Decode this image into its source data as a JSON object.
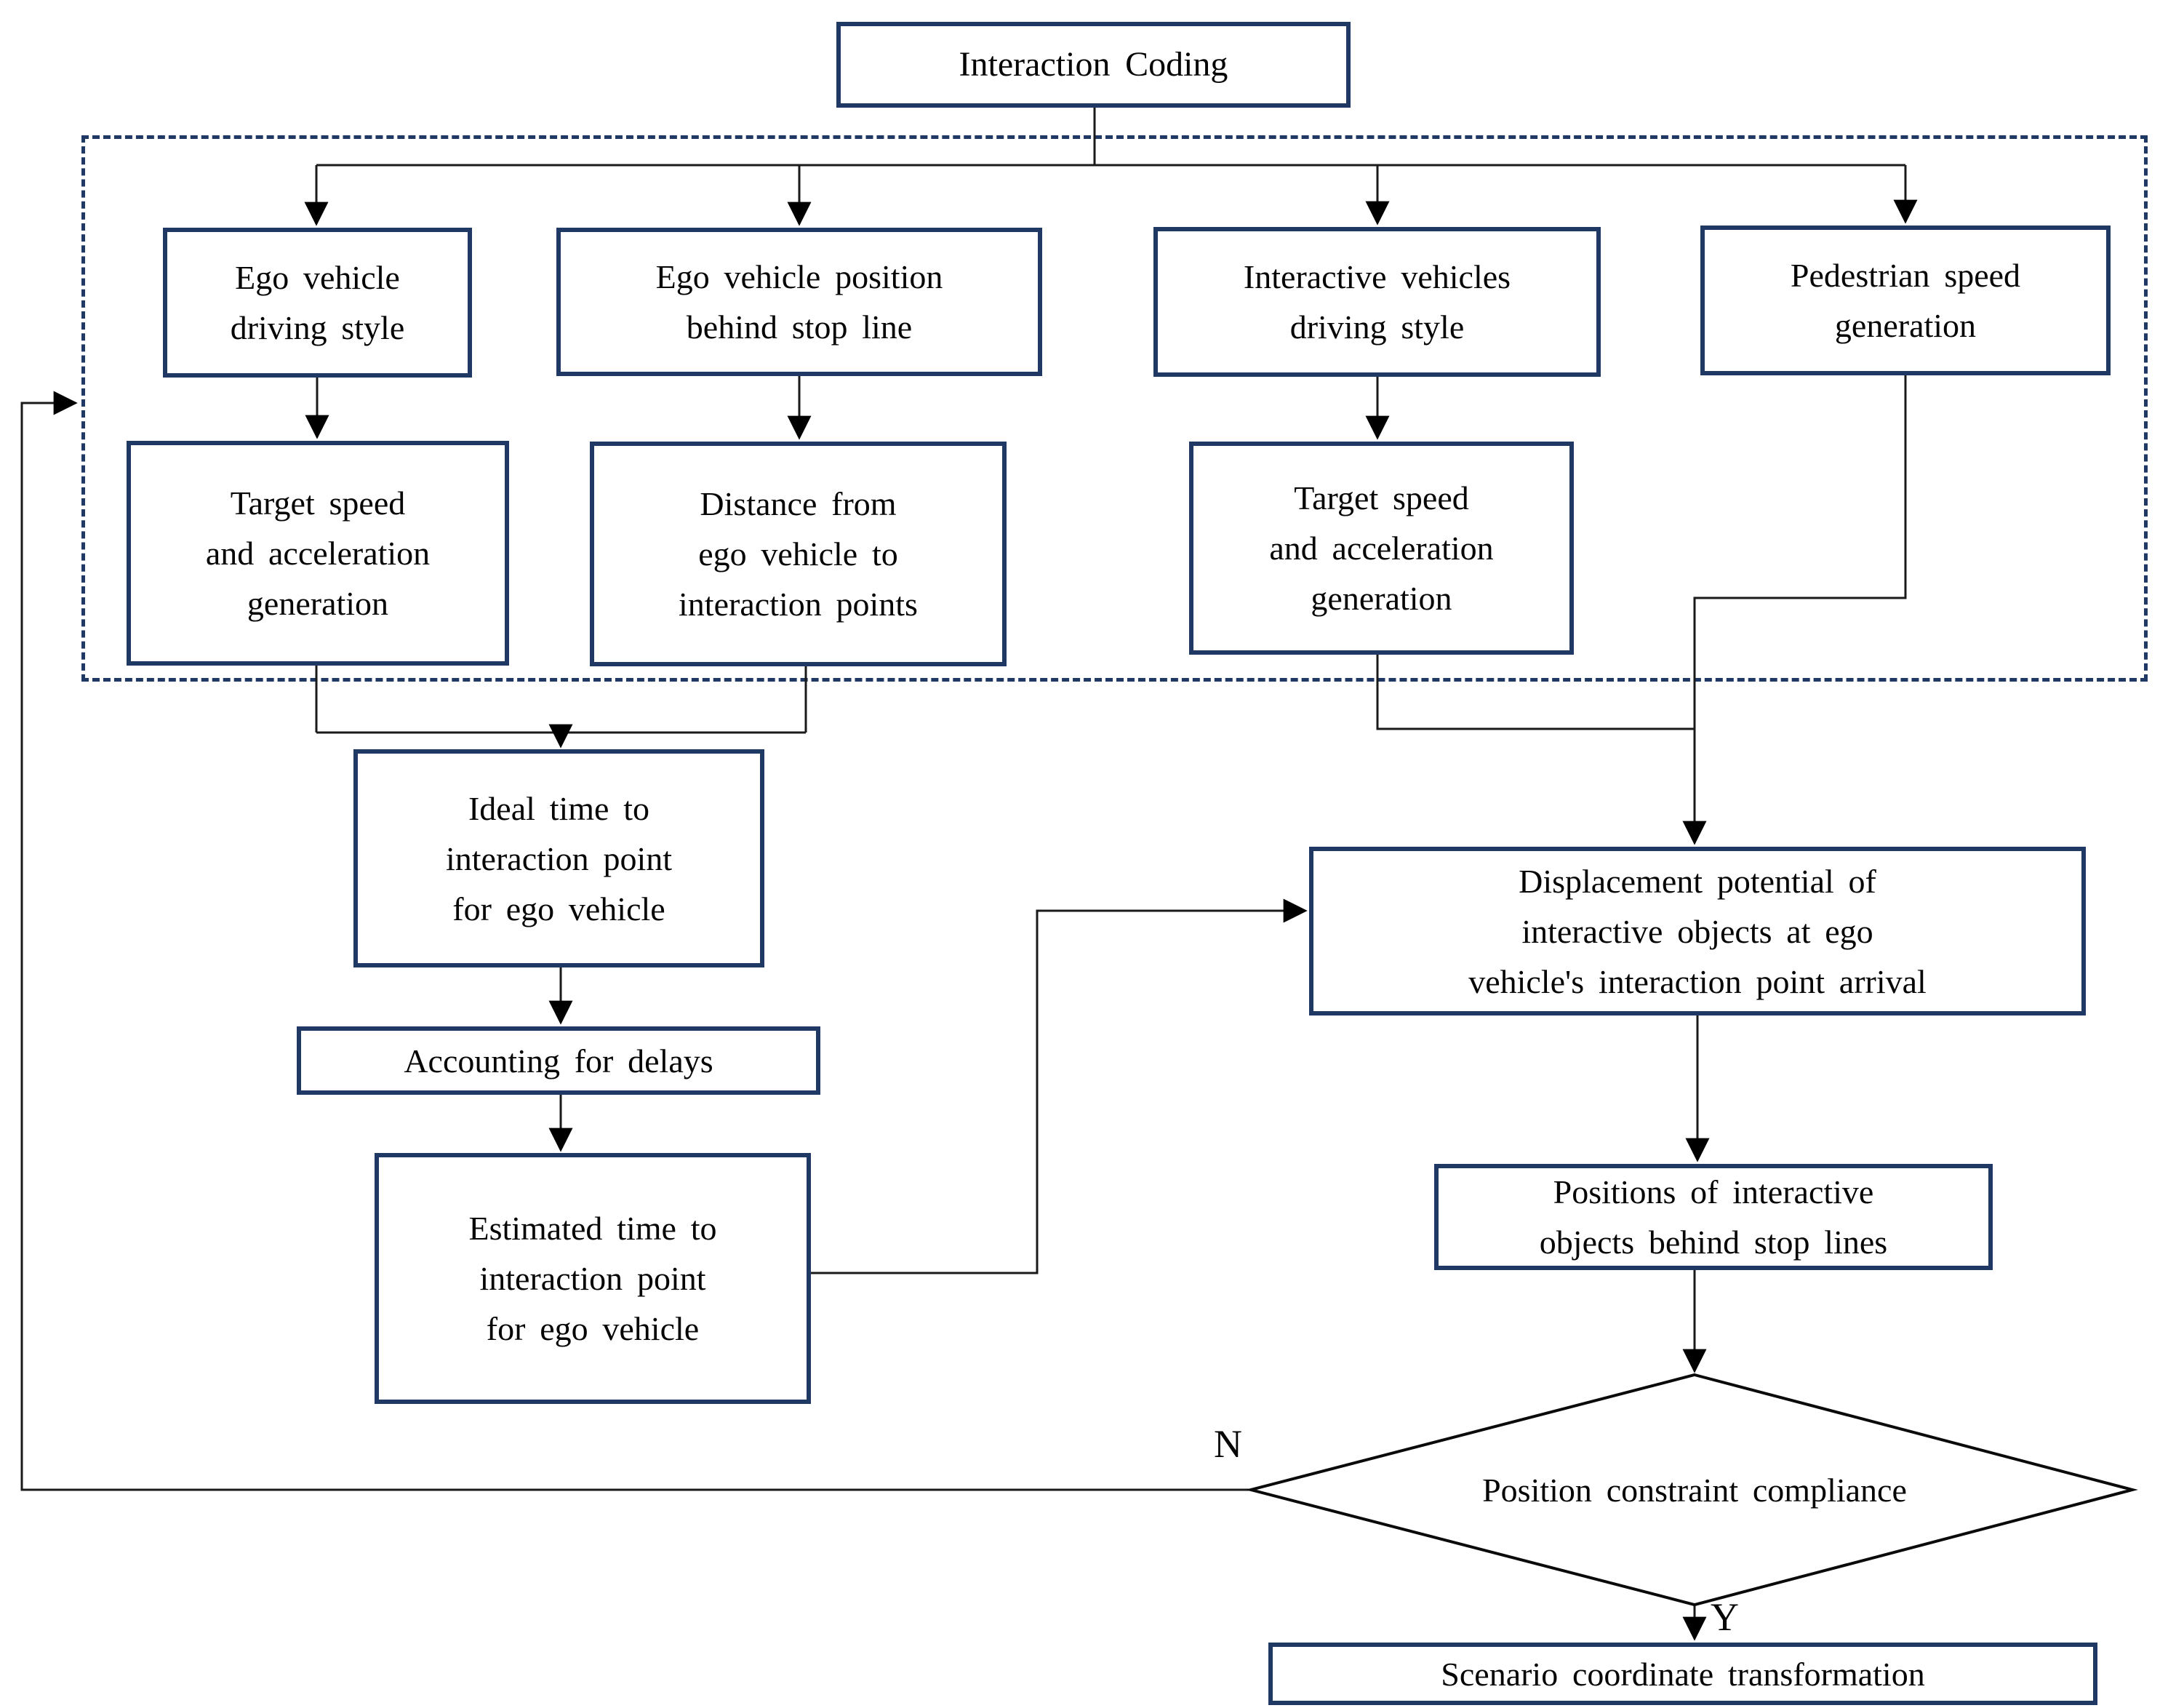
{
  "diagram_title": "Interaction Coding",
  "colors": {
    "box_border": "#203864",
    "dashed_border": "#203864",
    "line": "#1a1a1a",
    "text": "#050505",
    "background": "#ffffff"
  },
  "nodes": {
    "interaction_coding": "Interaction Coding",
    "ego_driving_style": "Ego vehicle\ndriving style",
    "ego_position": "Ego vehicle position\nbehind stop line",
    "interactive_driving_style": "Interactive vehicles\ndriving style",
    "pedestrian_speed": "Pedestrian speed\ngeneration",
    "target_speed_ego": "Target speed\nand acceleration\ngeneration",
    "distance_to_points": "Distance from\nego vehicle to\ninteraction points",
    "target_speed_interactive": "Target speed\nand acceleration\ngeneration",
    "ideal_time": "Ideal time to\ninteraction point\nfor ego vehicle",
    "accounting_delays": "Accounting for delays",
    "estimated_time": "Estimated time to\ninteraction point\nfor ego vehicle",
    "displacement_potential": "Displacement potential of\ninteractive objects at ego\nvehicle's interaction point arrival",
    "positions_interactive": "Positions of interactive\nobjects behind stop lines",
    "position_constraint": "Position constraint compliance",
    "scenario_transform": "Scenario coordinate transformation"
  },
  "decision": {
    "no_label": "N",
    "yes_label": "Y"
  }
}
